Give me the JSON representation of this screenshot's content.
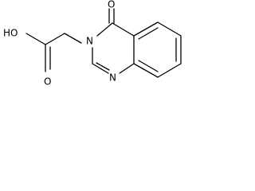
{
  "molecule": {
    "atoms": {
      "hydroxyl": "HO",
      "carbonyl_oxygen_acid": "O",
      "carbonyl_oxygen_ring": "O",
      "ring_nitrogen_3": "N",
      "ring_nitrogen_1": "N"
    },
    "colors": {
      "bond": "#000000",
      "background": "#ffffff"
    }
  }
}
